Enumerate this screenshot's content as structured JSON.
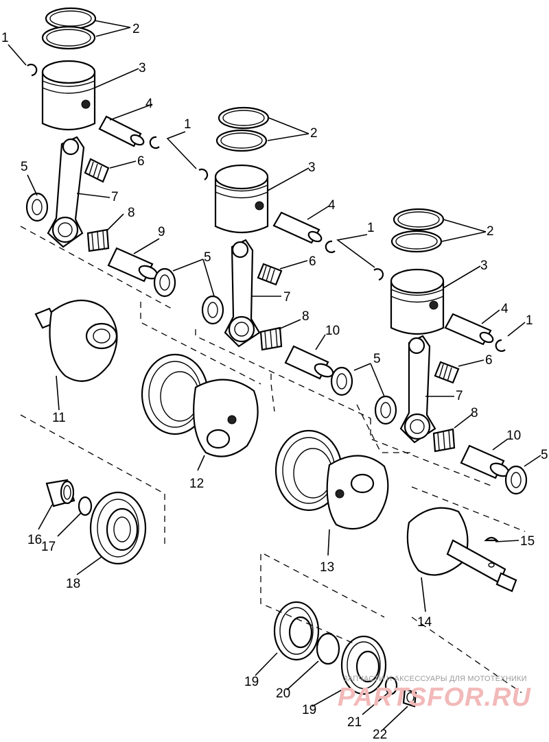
{
  "callouts": [
    {
      "id": "c1a",
      "text": "1"
    },
    {
      "id": "c2a",
      "text": "2"
    },
    {
      "id": "c3a",
      "text": "3"
    },
    {
      "id": "c4a",
      "text": "4"
    },
    {
      "id": "c5a",
      "text": "5"
    },
    {
      "id": "c6a",
      "text": "6"
    },
    {
      "id": "c7a",
      "text": "7"
    },
    {
      "id": "c8a",
      "text": "8"
    },
    {
      "id": "c9",
      "text": "9"
    },
    {
      "id": "c1b",
      "text": "1"
    },
    {
      "id": "c2b",
      "text": "2"
    },
    {
      "id": "c3b",
      "text": "3"
    },
    {
      "id": "c4b",
      "text": "4"
    },
    {
      "id": "c5b",
      "text": "5"
    },
    {
      "id": "c6b",
      "text": "6"
    },
    {
      "id": "c7b",
      "text": "7"
    },
    {
      "id": "c8b",
      "text": "8"
    },
    {
      "id": "c10a",
      "text": "10"
    },
    {
      "id": "c1c",
      "text": "1"
    },
    {
      "id": "c2c",
      "text": "2"
    },
    {
      "id": "c3c",
      "text": "3"
    },
    {
      "id": "c4c",
      "text": "4"
    },
    {
      "id": "c5c",
      "text": "5"
    },
    {
      "id": "c6c",
      "text": "6"
    },
    {
      "id": "c7c",
      "text": "7"
    },
    {
      "id": "c8c",
      "text": "8"
    },
    {
      "id": "c10b",
      "text": "10"
    },
    {
      "id": "c5d",
      "text": "5"
    },
    {
      "id": "c11",
      "text": "11"
    },
    {
      "id": "c12",
      "text": "12"
    },
    {
      "id": "c13",
      "text": "13"
    },
    {
      "id": "c14",
      "text": "14"
    },
    {
      "id": "c15",
      "text": "15"
    },
    {
      "id": "c16",
      "text": "16"
    },
    {
      "id": "c17",
      "text": "17"
    },
    {
      "id": "c18",
      "text": "18"
    },
    {
      "id": "c19a",
      "text": "19"
    },
    {
      "id": "c20",
      "text": "20"
    },
    {
      "id": "c19b",
      "text": "19"
    },
    {
      "id": "c21",
      "text": "21"
    },
    {
      "id": "c22",
      "text": "22"
    }
  ],
  "watermark": {
    "tagline": "ЗАПЧАСТИ И АКСЕССУАРЫ ДЛЯ МОТОТЕХНИКИ",
    "logo": "PARTSFOR.RU"
  }
}
